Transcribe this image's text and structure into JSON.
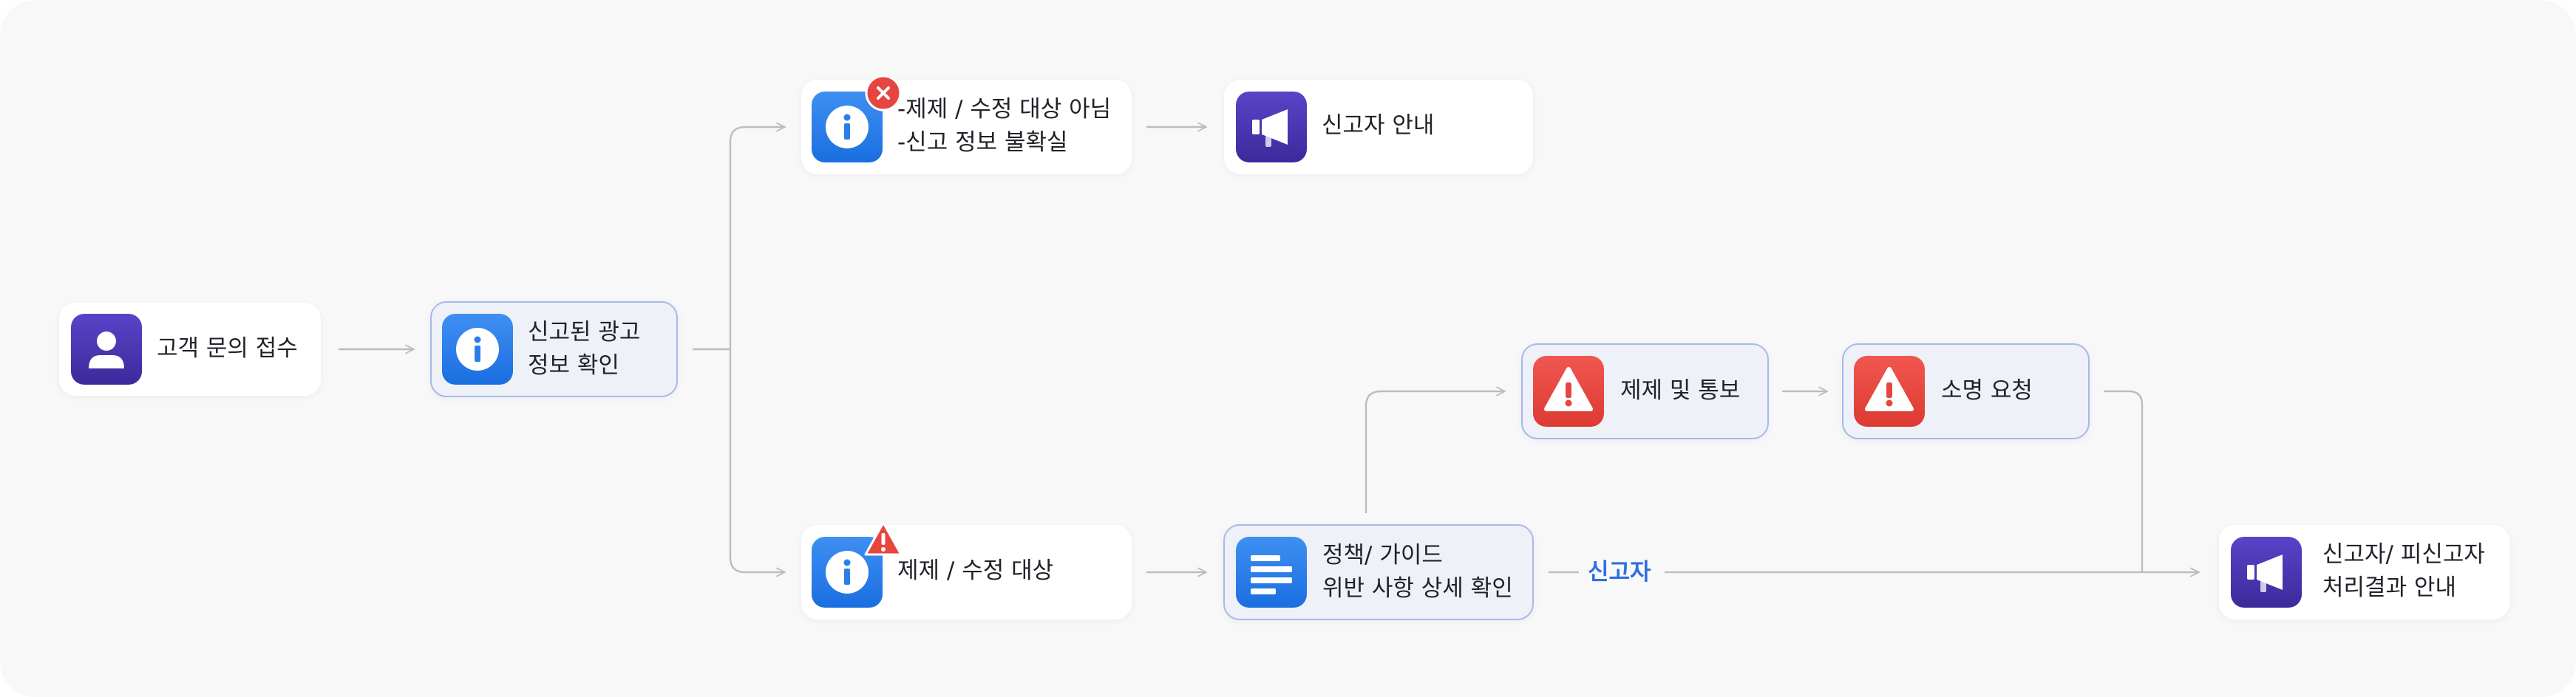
{
  "nodes": {
    "customer_inquiry": {
      "label": "고객 문의 접수",
      "icon": "user-icon"
    },
    "verify_ad": {
      "lines": [
        "신고된 광고",
        "정보 확인"
      ],
      "icon": "info-icon"
    },
    "not_target": {
      "lines": [
        "-제제 / 수정 대상 아님",
        "-신고 정보 불확실"
      ],
      "icon": "info-icon",
      "badge": "close-badge-icon"
    },
    "reporter_notice": {
      "label": "신고자 안내",
      "icon": "megaphone-icon"
    },
    "target": {
      "label": "제제 / 수정 대상",
      "icon": "info-icon",
      "badge": "warning-badge-icon"
    },
    "policy_check": {
      "lines": [
        "정책/ 가이드",
        "위반 사항 상세 확인"
      ],
      "icon": "document-icon"
    },
    "sanction_notify": {
      "label": "제제 및 통보",
      "icon": "warning-icon"
    },
    "explanation_request": {
      "label": "소명 요청",
      "icon": "warning-icon"
    },
    "result_notice": {
      "lines": [
        "신고자/ 피신고자",
        "처리결과 안내"
      ],
      "icon": "megaphone-icon"
    }
  },
  "edge_labels": {
    "reporter": "신고자"
  },
  "colors": {
    "background": "#f8f8f9",
    "edge": "#b9bdc4",
    "highlight_border": "#a7b9ea",
    "purple": "#4b36b4",
    "blue": "#2a7eea",
    "red": "#e6463f",
    "edge_label": "#2f6fe3"
  }
}
